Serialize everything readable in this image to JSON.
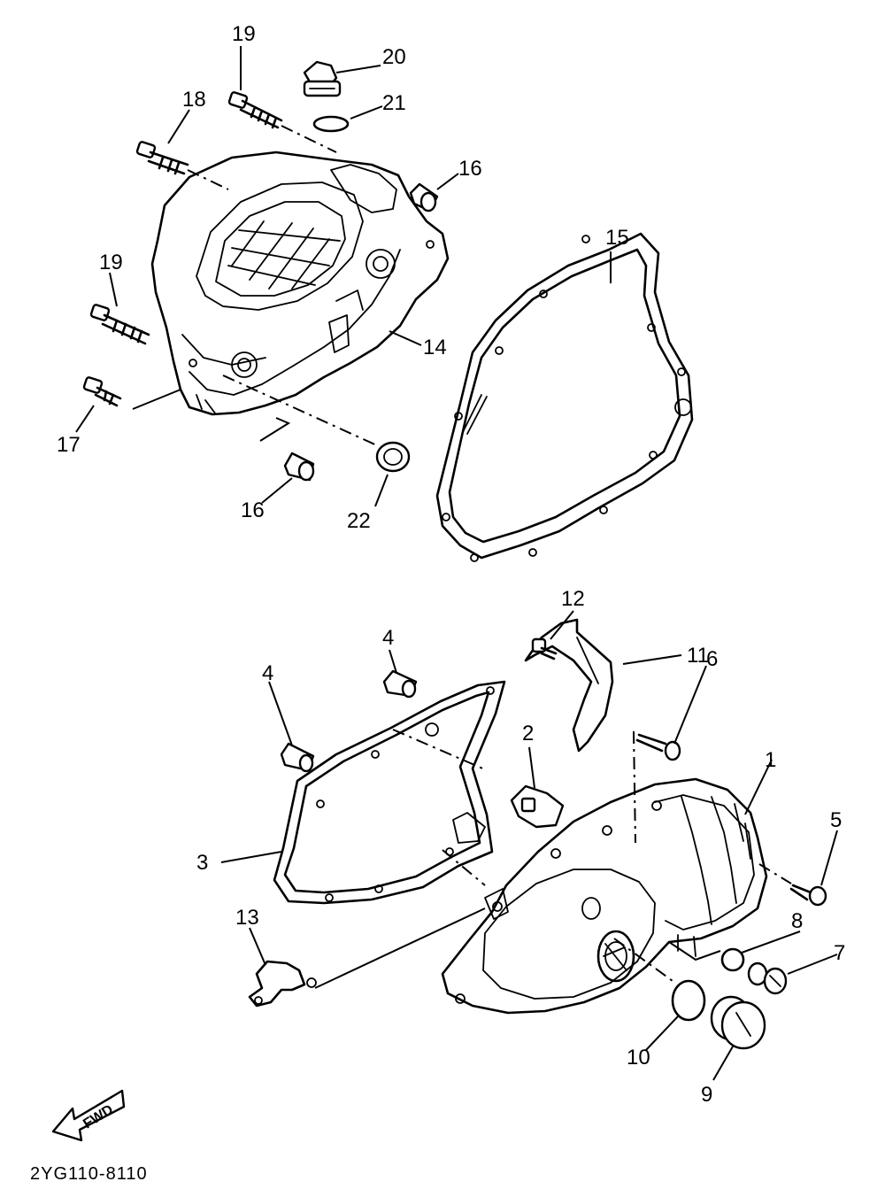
{
  "diagram_code": "2YG110-8110",
  "fwd_label": "FWD",
  "callouts": {
    "p1": "1",
    "p2": "2",
    "p3": "3",
    "p4a": "4",
    "p4b": "4",
    "p5": "5",
    "p6": "6",
    "p7": "7",
    "p8": "8",
    "p9": "9",
    "p10": "10",
    "p11": "11",
    "p12": "12",
    "p13": "13",
    "p14": "14",
    "p15": "15",
    "p16a": "16",
    "p16b": "16",
    "p17": "17",
    "p18": "18",
    "p19a": "19",
    "p19b": "19",
    "p20": "20",
    "p21": "21",
    "p22": "22"
  }
}
